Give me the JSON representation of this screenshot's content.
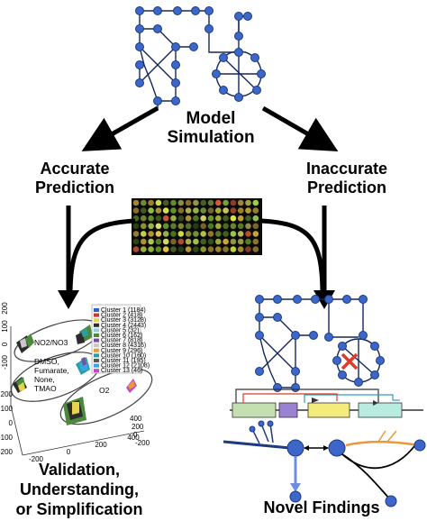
{
  "labels": {
    "model_simulation_line1": "Model",
    "model_simulation_line2": "Simulation",
    "accurate_line1": "Accurate",
    "accurate_line2": "Prediction",
    "inaccurate_line1": "Inaccurate",
    "inaccurate_line2": "Prediction",
    "validation_line1": "Validation,",
    "validation_line2": "Understanding,",
    "validation_line3": "or Simplification",
    "novel_findings": "Novel Findings"
  },
  "scatter_plot": {
    "legend": [
      {
        "name": "Cluster 1",
        "count": "(1184)",
        "color": "#2e5fd8"
      },
      {
        "name": "Cluster 2",
        "count": "(418)",
        "color": "#c23b3b"
      },
      {
        "name": "Cluster 3",
        "count": "(3128)",
        "color": "#e8d44a"
      },
      {
        "name": "Cluster 4",
        "count": "(2443)",
        "color": "#2c2c2c"
      },
      {
        "name": "Cluster 5",
        "count": "(32)",
        "color": "#8fd0e8"
      },
      {
        "name": "Cluster 6",
        "count": "(162)",
        "color": "#4a8a3a"
      },
      {
        "name": "Cluster 7",
        "count": "(818)",
        "color": "#7a4fa0"
      },
      {
        "name": "Cluster 8",
        "count": "(4316)",
        "color": "#c9c9c9"
      },
      {
        "name": "Cluster 9",
        "count": "(296)",
        "color": "#e89a3a"
      },
      {
        "name": "Cluster 10",
        "count": "(160)",
        "color": "#2aa0a0"
      },
      {
        "name": "Cluster 11",
        "count": "(195)",
        "color": "#5a5a5a"
      },
      {
        "name": "Cluster 12",
        "count": "(2108)",
        "color": "#3aa8e0"
      },
      {
        "name": "Cluster 13",
        "count": "(46)",
        "color": "#c04ac0"
      }
    ],
    "group_labels": {
      "no2_no3": "NO2/NO3",
      "anaerobic_line1": "DMSO,",
      "anaerobic_line2": "Fumarate,",
      "anaerobic_line3": "None,",
      "anaerobic_line4": "TMAO",
      "o2": "O2"
    },
    "y_ticks": [
      "-100",
      "0",
      "100",
      "200"
    ],
    "z_ticks": [
      "200",
      "100",
      "0",
      "-100",
      "-200"
    ],
    "x_ticks": [
      "-200",
      "0",
      "200",
      "400"
    ],
    "x2_ticks": [
      "-200",
      "0",
      "200",
      "400"
    ]
  },
  "colors": {
    "node_blue": "#3c67c8",
    "arrow_black": "#000000",
    "knockout_red": "#e23a2a"
  }
}
